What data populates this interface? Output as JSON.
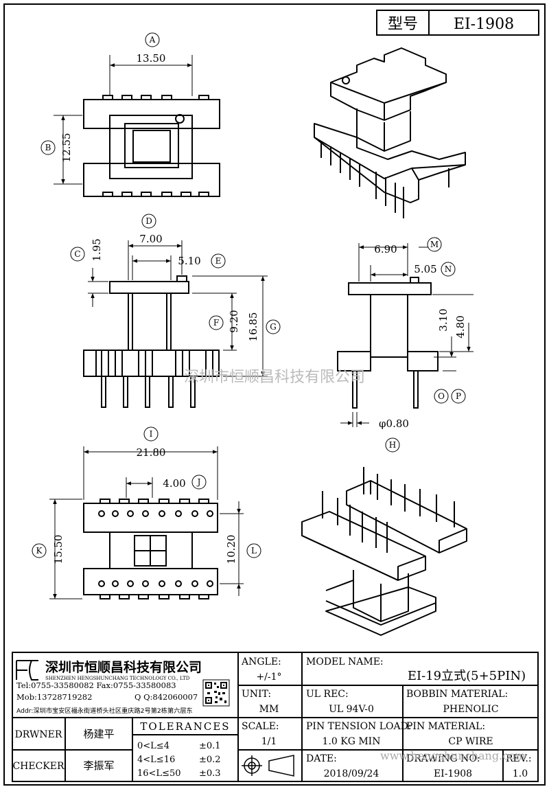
{
  "header": {
    "type_label": "型号",
    "model_code": "EI-1908"
  },
  "views": {
    "top": {
      "circle_A": "A",
      "circle_B": "B",
      "dim_A": "13.50",
      "dim_B": "12.55"
    },
    "front": {
      "circle_C": "C",
      "circle_D": "D",
      "circle_E": "E",
      "circle_F": "F",
      "circle_G": "G",
      "dim_C": "1.95",
      "dim_D": "7.00",
      "dim_E": "5.10",
      "dim_F": "9.20",
      "dim_G": "16.85"
    },
    "side": {
      "circle_M": "M",
      "circle_N": "N",
      "circle_O": "O",
      "circle_P": "P",
      "dim_M": "6.90",
      "dim_N": "5.05",
      "dim_O": "3.10",
      "dim_P": "4.80",
      "dim_pin": "φ0.80"
    },
    "bottom": {
      "circle_H": "H",
      "circle_I": "I",
      "circle_J": "J",
      "circle_K": "K",
      "circle_L": "L",
      "dim_I": "21.80",
      "dim_J": "4.00",
      "dim_K": "15.50",
      "dim_L": "10.20"
    }
  },
  "watermarks": {
    "center": "深圳市恒顺昌科技有限公司",
    "bottom": "www.hengshunchang.com"
  },
  "title_block": {
    "company_cn": "深圳市恒顺昌科技有限公司",
    "company_en": "SHENZHEN HENGSHUNCHANG TECHNOLOGY CO., LTD",
    "tel": "Tel:0755-33580082 Fax:0755-33580083",
    "mob": "Mob:13728719282",
    "qq": "Q Q:842060007",
    "addr": "Addr:深圳市宝安区福永街道桥头社区重庆路2号第2栋第六层东",
    "angle_label": "ANGLE:",
    "angle_value": "+/-1°",
    "unit_label": "UNIT:",
    "unit_value": "MM",
    "scale_label": "SCALE:",
    "scale_value": "1/1",
    "model_name_label": "MODEL NAME:",
    "model_name_value": "EI-19立式(5+5PIN)",
    "ul_rec_label": "UL REC:",
    "ul_rec_value": "UL 94V-0",
    "bobbin_material_label": "BOBBIN MATERIAL:",
    "bobbin_material_value": "PHENOLIC",
    "pin_tension_label": "PIN TENSION LOAD:",
    "pin_tension_value": "1.0 KG MIN",
    "pin_material_label": "PIN MATERIAL:",
    "pin_material_value": "CP WIRE",
    "date_label": "DATE:",
    "date_value": "2018/09/24",
    "drawing_no_label": "DRAWING NO:",
    "drawing_no_value": "EI-1908",
    "rev_label": "REV.:",
    "rev_value": "1.0",
    "drawer_label": "DRWNER",
    "drawer_value": "杨建平",
    "checker_label": "CHECKER",
    "checker_value": "李振军",
    "tolerances_title": "TOLERANCES",
    "tolerances": [
      {
        "range": "0<L≤4",
        "value": "±0.1"
      },
      {
        "range": "4<L≤16",
        "value": "±0.2"
      },
      {
        "range": "16<L≤50",
        "value": "±0.3"
      }
    ]
  }
}
